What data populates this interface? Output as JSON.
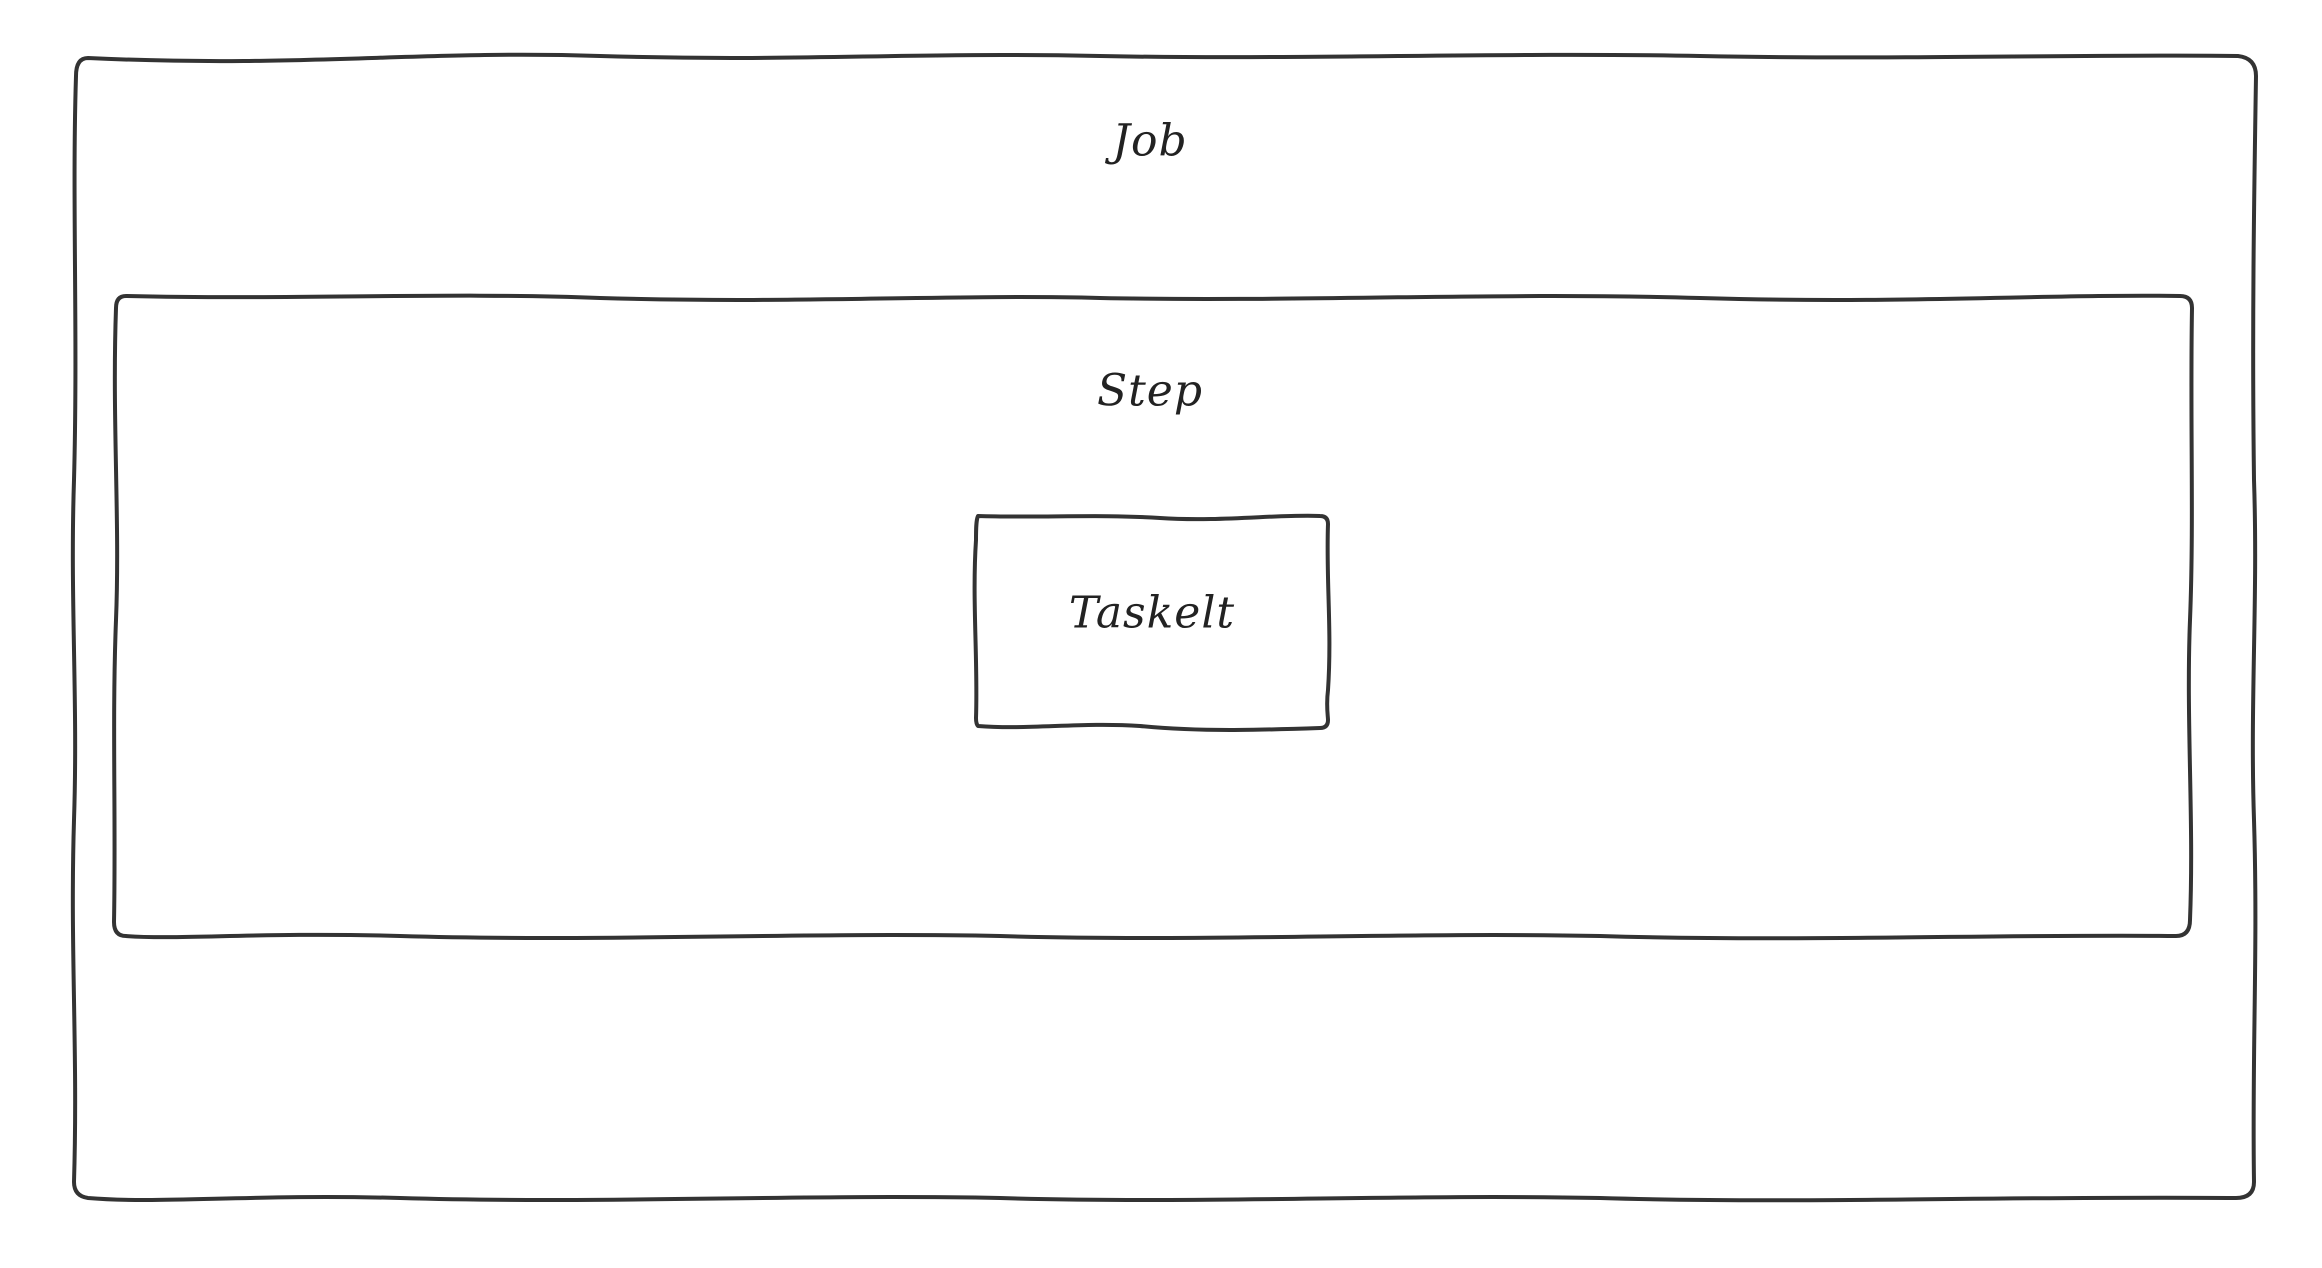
{
  "diagram": {
    "job": {
      "label": "Job"
    },
    "step": {
      "label": "Step"
    },
    "tasklet": {
      "label": "Taskelt"
    }
  },
  "colors": {
    "stroke": "#333333",
    "text": "#222222",
    "background": "#ffffff"
  }
}
